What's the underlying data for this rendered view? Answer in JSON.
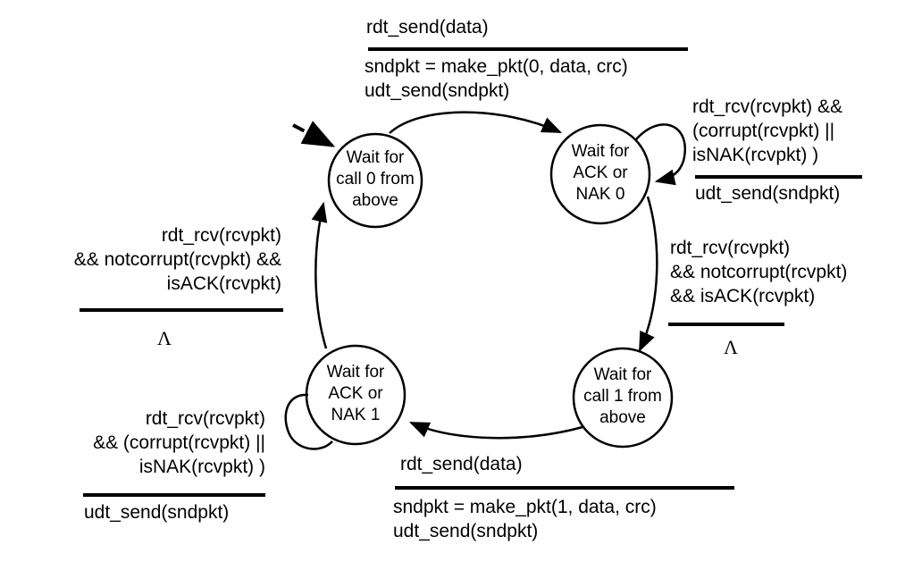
{
  "diagram": {
    "type": "finite-state-machine",
    "title": "",
    "states": [
      {
        "id": "s0",
        "label_lines": [
          "Wait for",
          "call 0 from",
          "above"
        ],
        "initial": true
      },
      {
        "id": "s1",
        "label_lines": [
          "Wait for",
          "ACK or",
          "NAK 0"
        ],
        "initial": false
      },
      {
        "id": "s2",
        "label_lines": [
          "Wait for",
          "call 1 from",
          "above"
        ],
        "initial": false
      },
      {
        "id": "s3",
        "label_lines": [
          "Wait for",
          "ACK or",
          "NAK 1"
        ],
        "initial": false
      }
    ],
    "transitions": [
      {
        "id": "t_s0_s1",
        "from": "s0",
        "to": "s1",
        "event_lines": [
          "rdt_send(data)"
        ],
        "action_lines": [
          "sndpkt = make_pkt(0, data, crc)",
          "udt_send(sndpkt)"
        ]
      },
      {
        "id": "t_s1_self",
        "from": "s1",
        "to": "s1",
        "event_lines": [
          "rdt_rcv(rcvpkt) &&",
          "(corrupt(rcvpkt) ||",
          "isNAK(rcvpkt) )"
        ],
        "action_lines": [
          "udt_send(sndpkt)"
        ]
      },
      {
        "id": "t_s1_s2",
        "from": "s1",
        "to": "s2",
        "event_lines": [
          "rdt_rcv(rcvpkt)",
          "&& notcorrupt(rcvpkt)",
          "&& isACK(rcvpkt)"
        ],
        "action_lines": [
          "Λ"
        ]
      },
      {
        "id": "t_s2_s3",
        "from": "s2",
        "to": "s3",
        "event_lines": [
          "rdt_send(data)"
        ],
        "action_lines": [
          "sndpkt = make_pkt(1, data, crc)",
          "udt_send(sndpkt)"
        ]
      },
      {
        "id": "t_s3_self",
        "from": "s3",
        "to": "s3",
        "event_lines": [
          "rdt_rcv(rcvpkt)",
          "&& (corrupt(rcvpkt) ||",
          "isNAK(rcvpkt) )"
        ],
        "action_lines": [
          "udt_send(sndpkt)"
        ]
      },
      {
        "id": "t_s3_s0",
        "from": "s3",
        "to": "s0",
        "event_lines": [
          "rdt_rcv(rcvpkt)",
          "&& notcorrupt(rcvpkt) &&",
          "isACK(rcvpkt)"
        ],
        "action_lines": [
          "Λ"
        ]
      }
    ]
  }
}
